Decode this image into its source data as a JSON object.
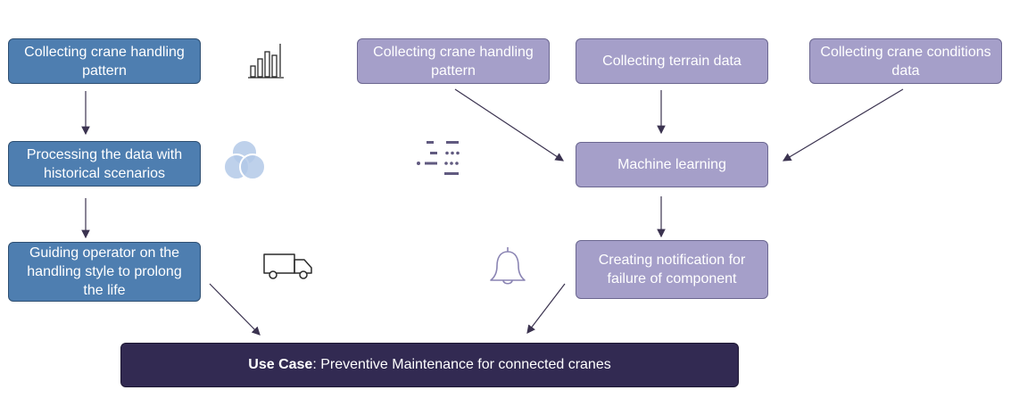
{
  "left_flow": {
    "step1": "Collecting crane handling pattern",
    "step2": "Processing the data with historical scenarios",
    "step3": "Guiding operator on the handling style to prolong the life"
  },
  "right_flow": {
    "input1": "Collecting crane handling pattern",
    "input2": "Collecting terrain data",
    "input3": "Collecting crane conditions data",
    "ml": "Machine learning",
    "notify": "Creating notification for failure of component"
  },
  "use_case": {
    "label": "Use Case",
    "text": ": Preventive Maintenance for connected cranes"
  },
  "icons": {
    "left_1": "bar-chart-icon",
    "left_2": "venn-diagram-icon",
    "left_3": "truck-icon",
    "mid": "dotted-lines-icon",
    "right": "bell-icon"
  },
  "colors": {
    "blue_box": "#4e7eb0",
    "purple_box": "#a59fc9",
    "use_case_bg": "#322a52",
    "arrow": "#3b3350"
  }
}
